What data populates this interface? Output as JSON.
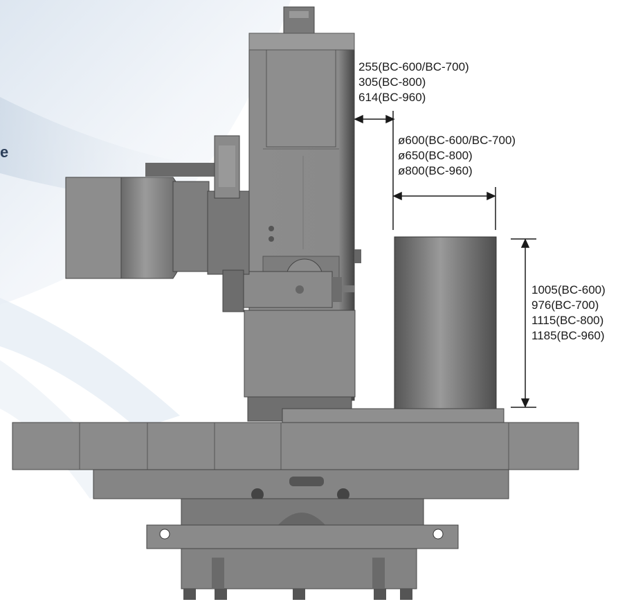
{
  "edge_text": "e",
  "dimensions": {
    "offset": [
      "255(BC-600/BC-700)",
      "305(BC-800)",
      "614(BC-960)"
    ],
    "diameter": [
      "ø600(BC-600/BC-700)",
      "ø650(BC-800)",
      "ø800(BC-960)"
    ],
    "height": [
      "1005(BC-600)",
      "976(BC-700)",
      "1115(BC-800)",
      "1185(BC-960)"
    ]
  },
  "colors": {
    "machine_body": "#8a8a8a",
    "machine_dark": "#5e5e5e",
    "dimension_line": "#1a1a1a"
  }
}
